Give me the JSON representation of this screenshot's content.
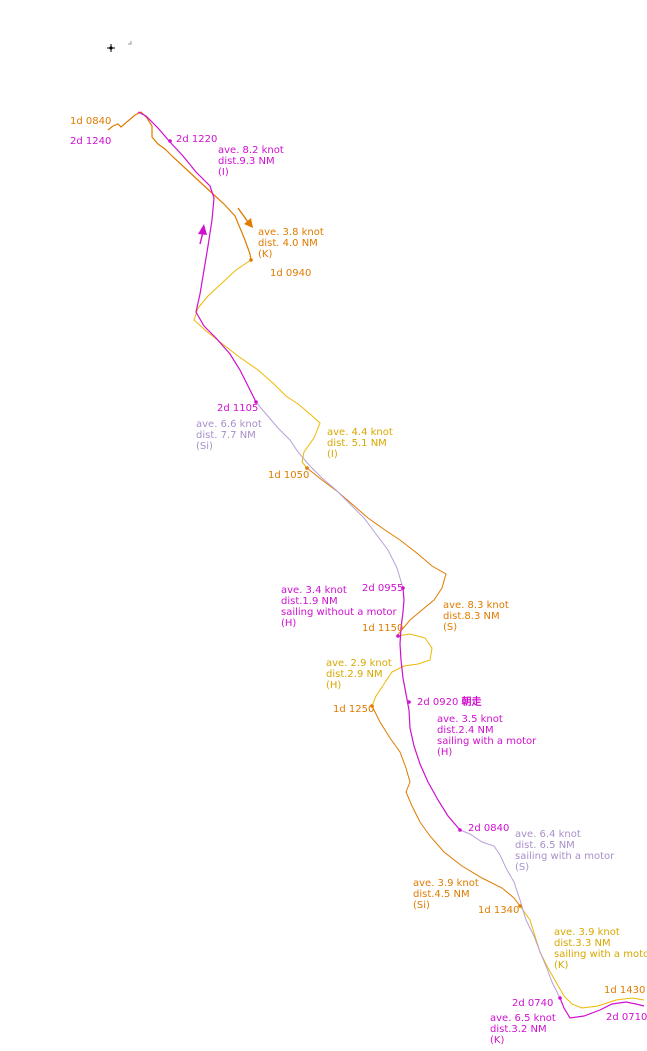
{
  "colors": {
    "orange": "#e07b00",
    "magenta": "#d010d0",
    "gold": "#eeb800",
    "lavender": "#b8a0d8"
  },
  "timestamps": {
    "d1_0840": "1d 0840",
    "d2_1240": "2d 1240",
    "d2_1220": "2d 1220",
    "d1_0940": "1d 0940",
    "d2_1105": "2d 1105",
    "d1_1050": "1d 1050",
    "d2_0955": "2d 0955",
    "d1_1150": "1d 1150",
    "d1_1250": "1d 1250",
    "d2_0920": "2d 0920",
    "d2_0920_note": "朝走",
    "d2_0840": "2d 0840",
    "d1_1340": "1d 1340",
    "d1_1430": "1d 1430",
    "d2_0740": "2d 0740",
    "d2_0710": "2d 0710"
  },
  "legs": {
    "leg_i_day2": {
      "speed": "ave. 8.2 knot",
      "dist": "dist.9.3 NM",
      "place": "(I)"
    },
    "leg_k_day1": {
      "speed": "ave. 3.8 knot",
      "dist": "dist.  4.0 NM",
      "place": "(K)"
    },
    "leg_si_day2": {
      "speed": "ave. 6.6 knot",
      "dist": "dist. 7.7 NM",
      "place": "(Si)"
    },
    "leg_i_day1": {
      "speed": "ave. 4.4 knot",
      "dist": "dist.  5.1 NM",
      "place": "(I)"
    },
    "leg_h_day2_sail": {
      "speed": "ave. 3.4 knot",
      "dist": "dist.1.9 NM",
      "mode": "sailing without a motor",
      "place": "(H)"
    },
    "leg_s_day1": {
      "speed": "ave. 8.3 knot",
      "dist": "dist.8.3 NM",
      "place": "(S)"
    },
    "leg_h_day1": {
      "speed": "ave. 2.9 knot",
      "dist": "dist.2.9 NM",
      "place": "(H)"
    },
    "leg_h_day2_motor": {
      "speed": "ave. 3.5 knot",
      "dist": "dist.2.4 NM",
      "mode": "sailing with a motor",
      "place": "(H)"
    },
    "leg_s_day2": {
      "speed": "ave. 6.4 knot",
      "dist": "dist. 6.5 NM",
      "mode": "sailing with a motor",
      "place": "(S)"
    },
    "leg_si_day1": {
      "speed": "ave. 3.9 knot",
      "dist": "dist.4.5 NM",
      "place": "(Si)"
    },
    "leg_k_day1_motor": {
      "speed": "ave. 3.9 knot",
      "dist": "dist.3.3 NM",
      "mode": "sailing with a motor",
      "place": "(K)"
    },
    "leg_k_day2": {
      "speed": "ave. 6.5 knot",
      "dist": "dist.3.2 NM",
      "place": "(K)"
    }
  }
}
